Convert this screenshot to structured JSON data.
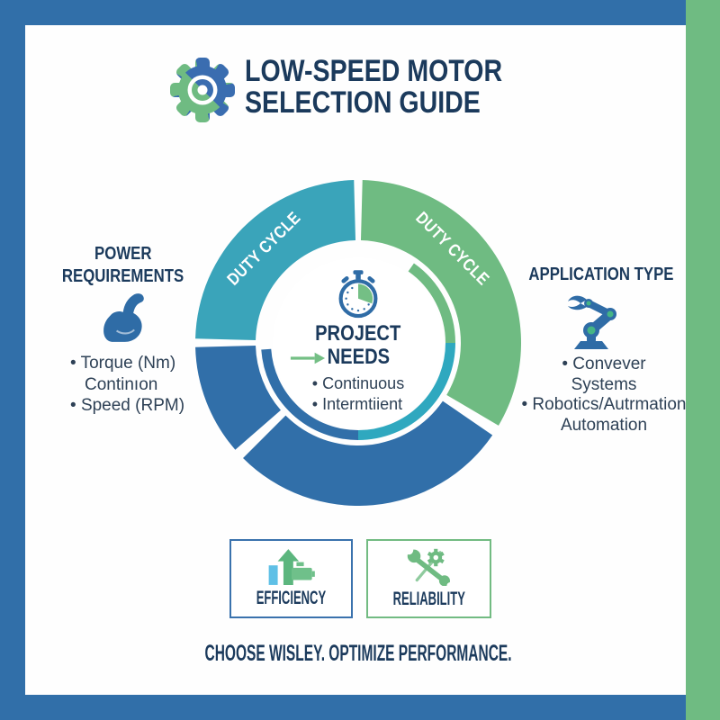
{
  "colors": {
    "frame_blue": "#316fa9",
    "frame_green": "#6fbb82",
    "segment_teal": "#3aa4ba",
    "segment_green": "#6fbb82",
    "segment_blue": "#316fa9",
    "heading_navy": "#1b3a5c",
    "body_text": "#2e4156",
    "light_blue": "#5fc0e6"
  },
  "glyphs": {
    "bullet": "•"
  },
  "header": {
    "title_line1": "LOW-SPEED MOTOR",
    "title_line2": "SELECTION GUIDE"
  },
  "left_panel": {
    "heading_line1": "POWER",
    "heading_line2": "REQUIREMENTS",
    "bullets": [
      {
        "text": "Torque (Nm)",
        "sub": "Continıon"
      },
      {
        "text": "Speed (RPM)",
        "sub": ""
      }
    ]
  },
  "right_panel": {
    "heading": "APPLICATION TYPE",
    "bullets": [
      {
        "text": "Convever",
        "sub": "Systems"
      },
      {
        "text": "Robotics/Autrmation",
        "sub": "Automation"
      }
    ]
  },
  "donut": {
    "ring_segments": [
      {
        "position": "top-left",
        "label": "DUTY CYCLE",
        "color": "#3aa4ba"
      },
      {
        "position": "top-right",
        "label": "DUTY CYCLE",
        "color": "#6fbb82"
      },
      {
        "position": "bottom",
        "label": "",
        "color": "#316fa9"
      }
    ],
    "center": {
      "title_line1": "PROJECT",
      "title_line2": "NEEDS",
      "bullets": [
        "Continuous",
        "Intermtiient"
      ]
    }
  },
  "badges": [
    {
      "label": "EFFICIENCY",
      "accent": "#3a72ad"
    },
    {
      "label": "RELIABILITY",
      "accent": "#72bb82"
    }
  ],
  "footer": {
    "tagline": "CHOOSE WISLEY. OPTIMIZE PERFORMANCE."
  }
}
